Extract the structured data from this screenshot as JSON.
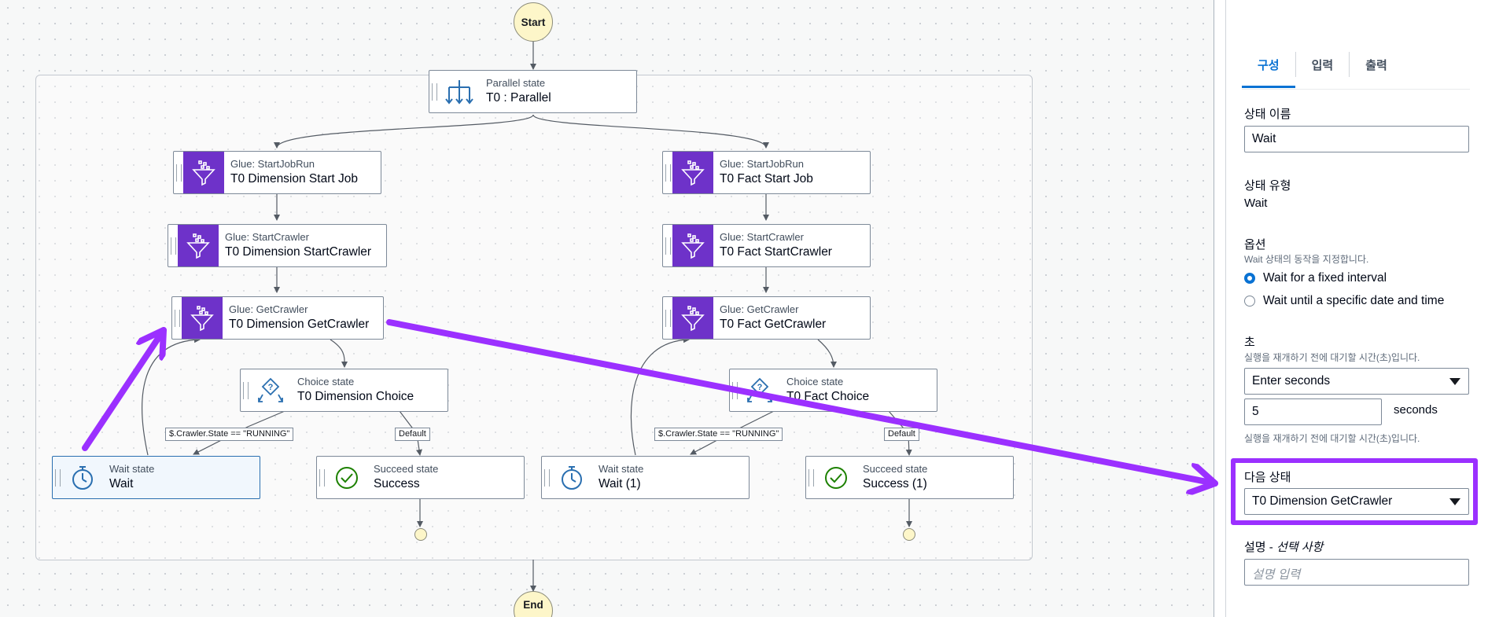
{
  "diagram": {
    "start_label": "Start",
    "end_label": "End",
    "parallel": {
      "type": "Parallel state",
      "name": "T0 : Parallel"
    },
    "left_branch": {
      "start_job": {
        "type": "Glue: StartJobRun",
        "name": "T0 Dimension Start Job"
      },
      "start_crawler": {
        "type": "Glue: StartCrawler",
        "name": "T0 Dimension StartCrawler"
      },
      "get_crawler": {
        "type": "Glue: GetCrawler",
        "name": "T0 Dimension GetCrawler"
      },
      "choice": {
        "type": "Choice state",
        "name": "T0 Dimension Choice"
      },
      "wait": {
        "type": "Wait state",
        "name": "Wait"
      },
      "success": {
        "type": "Succeed state",
        "name": "Success"
      },
      "rule_label": "$.Crawler.State == \"RUNNING\"",
      "default_label": "Default"
    },
    "right_branch": {
      "start_job": {
        "type": "Glue: StartJobRun",
        "name": "T0 Fact Start Job"
      },
      "start_crawler": {
        "type": "Glue: StartCrawler",
        "name": "T0 Fact StartCrawler"
      },
      "get_crawler": {
        "type": "Glue: GetCrawler",
        "name": "T0 Fact GetCrawler"
      },
      "choice": {
        "type": "Choice state",
        "name": "T0 Fact Choice"
      },
      "wait": {
        "type": "Wait state",
        "name": "Wait (1)"
      },
      "success": {
        "type": "Succeed state",
        "name": "Success (1)"
      },
      "rule_label": "$.Crawler.State == \"RUNNING\"",
      "default_label": "Default"
    }
  },
  "panel": {
    "tabs": [
      "구성",
      "입력",
      "출력"
    ],
    "state_name_label": "상태 이름",
    "state_name_value": "Wait",
    "state_type_label": "상태 유형",
    "state_type_value": "Wait",
    "options_label": "옵션",
    "options_desc": "Wait 상태의 동작을 지정합니다.",
    "option_fixed": "Wait for a fixed interval",
    "option_until": "Wait until a specific date and time",
    "seconds_label": "초",
    "seconds_desc": "실행을 재개하기 전에 대기할 시간(초)입니다.",
    "seconds_select": "Enter seconds",
    "seconds_value": "5",
    "seconds_unit": "seconds",
    "seconds_help": "실행을 재개하기 전에 대기할 시간(초)입니다.",
    "next_state_label": "다음 상태",
    "next_state_value": "T0 Dimension GetCrawler",
    "description_label": "설명 - ",
    "description_optional": "선택 사항",
    "description_placeholder": "설명 입력"
  },
  "colors": {
    "annotation": "#9b30ff",
    "accent": "#0972d3",
    "glue_icon_bg": "#6e32c9"
  }
}
